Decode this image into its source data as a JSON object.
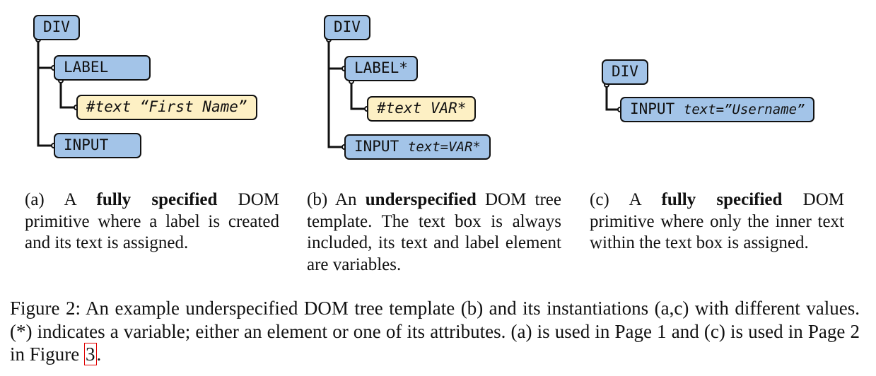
{
  "panels": {
    "a": {
      "nodes": {
        "div": "DIV",
        "label": "LABEL",
        "text": "#text “First Name”",
        "input": "INPUT"
      },
      "caption": {
        "prefix": "(a) A ",
        "bold": "fully specified",
        "rest": " DOM primitive where a label is created and its text is assigned."
      }
    },
    "b": {
      "nodes": {
        "div": "DIV",
        "label": "LABEL*",
        "text": "#text VAR*",
        "input": "INPUT",
        "input_attr": "text=VAR*"
      },
      "caption": {
        "prefix": "(b) An ",
        "bold": "underspecified",
        "rest": " DOM tree template. The text box is always included, its text and label element are variables."
      }
    },
    "c": {
      "nodes": {
        "div": "DIV",
        "input": "INPUT",
        "input_attr": "text=”Username”"
      },
      "caption": {
        "prefix": "(c) A ",
        "bold": "fully specified",
        "rest": " DOM primitive where only the inner text within the text box is assigned."
      }
    }
  },
  "figure_caption": {
    "text": "Figure 2: An example underspecified DOM tree template (b) and its instantiations (a,c) with different values. (*) indicates a variable; either an element or one of its attributes. (a) is used in Page 1 and (c) is used in Page 2 in Figure ",
    "ref": "3",
    "end": "."
  },
  "colors": {
    "element_node": "#a3c4e8",
    "text_node": "#fdf0c4",
    "reference_box": "#e00000"
  }
}
